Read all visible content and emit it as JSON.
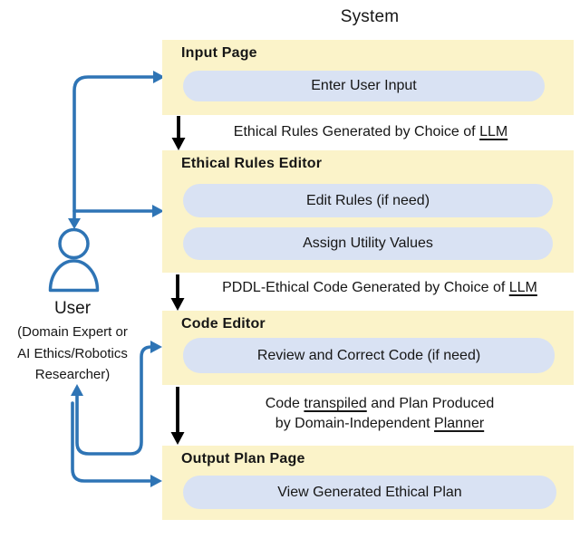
{
  "title": "System",
  "user": {
    "name": "User",
    "description_lines": [
      "(Domain Expert or",
      "AI Ethics/Robotics",
      "Researcher)"
    ]
  },
  "panels": {
    "input_page": {
      "header": "Input Page",
      "enter_input_button": "Enter User Input"
    },
    "ethical_rules_editor": {
      "header": "Ethical Rules Editor",
      "edit_rules_button": "Edit Rules (if need)",
      "assign_utility_button": "Assign Utility Values"
    },
    "code_editor": {
      "header": "Code Editor",
      "review_code_button": "Review and Correct Code (if need)"
    },
    "output_plan_page": {
      "header": "Output Plan Page",
      "view_plan_button": "View Generated Ethical Plan"
    }
  },
  "transitions": {
    "rules_generated": {
      "pre": "Ethical Rules Generated by Choice of ",
      "underlined": "LLM"
    },
    "code_generated": {
      "pre": "PDDL-Ethical Code Generated by Choice of ",
      "underlined": "LLM"
    },
    "plan_produced": {
      "line1_pre": "Code ",
      "line1_underlined": "transpiled",
      "line1_post": " and Plan Produced",
      "line2_pre": "by Domain-Independent ",
      "line2_underlined": "Planner"
    }
  },
  "colors": {
    "panel_background": "#FBF3C9",
    "button_background": "#D9E2F3",
    "connector_blue": "#2E74B5",
    "connector_black": "#000000"
  }
}
